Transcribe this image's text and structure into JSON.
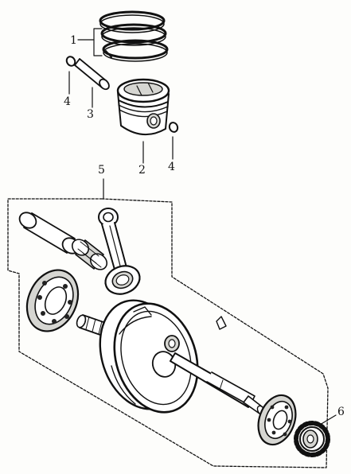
{
  "callouts": [
    {
      "id": "piston-rings",
      "label": "1"
    },
    {
      "id": "piston",
      "label": "2"
    },
    {
      "id": "piston-pin",
      "label": "3"
    },
    {
      "id": "pin-clip-left",
      "label": "4"
    },
    {
      "id": "pin-clip-right",
      "label": "4"
    },
    {
      "id": "crankshaft-assembly",
      "label": "5"
    },
    {
      "id": "drive-gear",
      "label": "6"
    }
  ]
}
